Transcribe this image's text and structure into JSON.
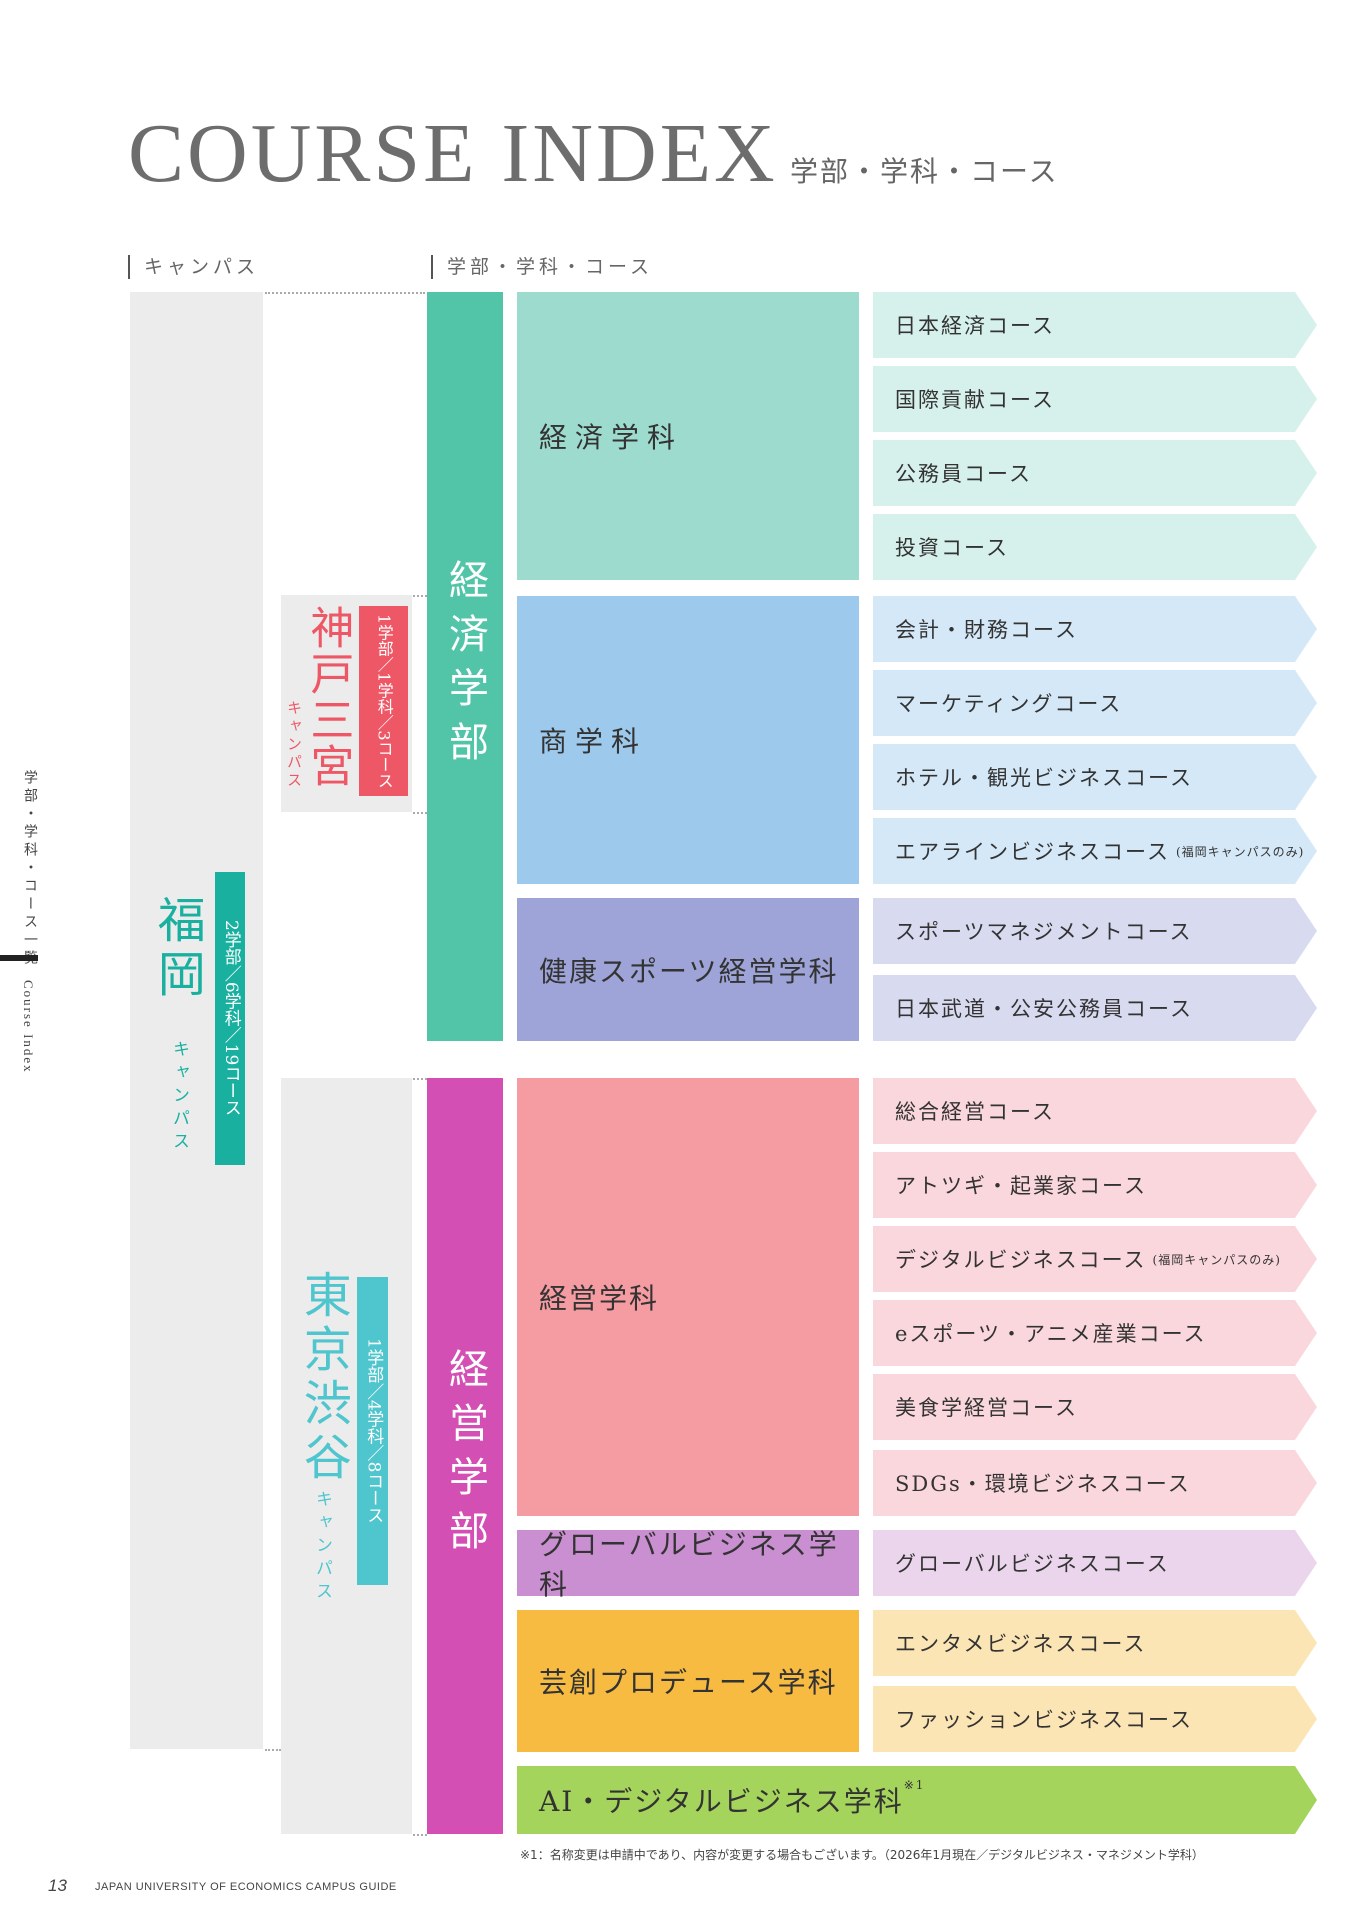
{
  "title": "COURSE INDEX",
  "subtitle": "学部・学科・コース",
  "headers": {
    "campus": "キャンパス",
    "structure": "学部・学科・コース"
  },
  "side_label_jp": "学部・学科・コース一覧",
  "side_label_en": "Course Index",
  "campuses": {
    "fukuoka": {
      "name": "福岡",
      "sub": "キャンパス",
      "badge": "2学部／6学科／19コース",
      "badge_color": "#1ab0a0"
    },
    "kobe": {
      "name": "神戸三宮",
      "sub": "キャンパス",
      "badge": "1学部／1学科／3コース",
      "badge_color": "#ee5866"
    },
    "tokyo": {
      "name": "東京渋谷",
      "sub": "キャンパス",
      "badge": "1学部／4学科／8コース",
      "badge_color": "#4fc5cd"
    }
  },
  "faculties": [
    {
      "name": "経済学部",
      "color": "#52c5a9"
    },
    {
      "name": "経営学部",
      "color": "#d44fb4"
    }
  ],
  "departments": [
    {
      "name": "経済学科",
      "color": "#9edbcf",
      "course_bg": "#d6f1eb",
      "courses": [
        {
          "name": "日本経済コース"
        },
        {
          "name": "国際貢献コース"
        },
        {
          "name": "公務員コース"
        },
        {
          "name": "投資コース"
        }
      ]
    },
    {
      "name": "商学科",
      "color": "#9cc9ec",
      "course_bg": "#d4e8f7",
      "courses": [
        {
          "name": "会計・財務コース"
        },
        {
          "name": "マーケティングコース"
        },
        {
          "name": "ホテル・観光ビジネスコース"
        },
        {
          "name": "エアラインビジネスコース",
          "note": "(福岡キャンパスのみ)"
        }
      ]
    },
    {
      "name": "健康スポーツ経営学科",
      "color": "#9ea4d8",
      "course_bg": "#d8daf0",
      "courses": [
        {
          "name": "スポーツマネジメントコース"
        },
        {
          "name": "日本武道・公安公務員コース"
        }
      ]
    },
    {
      "name": "経営学科",
      "color": "#f59ba2",
      "course_bg": "#fad7dc",
      "courses": [
        {
          "name": "総合経営コース"
        },
        {
          "name": "アトツギ・起業家コース"
        },
        {
          "name": "デジタルビジネスコース",
          "note": "(福岡キャンパスのみ)"
        },
        {
          "name": "eスポーツ・アニメ産業コース"
        },
        {
          "name": "美食学経営コース"
        },
        {
          "name": "SDGs・環境ビジネスコース"
        }
      ]
    },
    {
      "name": "グローバルビジネス学科",
      "color": "#c98fd0",
      "course_bg": "#ebd5ec",
      "courses": [
        {
          "name": "グローバルビジネスコース"
        }
      ]
    },
    {
      "name": "芸創プロデュース学科",
      "color": "#f7bb42",
      "course_bg": "#fce5b5",
      "courses": [
        {
          "name": "エンタメビジネスコース"
        },
        {
          "name": "ファッションビジネスコース"
        }
      ]
    }
  ],
  "ai_department": {
    "name": "AI・デジタルビジネス学科",
    "mark": "※1",
    "color": "#a5d45c"
  },
  "footnote": "※1：名称変更は申請中であり、内容が変更する場合もございます。（2026年1月現在／デジタルビジネス・マネジメント学科）",
  "page_number": "13",
  "footer_text": "JAPAN UNIVERSITY OF ECONOMICS CAMPUS GUIDE"
}
